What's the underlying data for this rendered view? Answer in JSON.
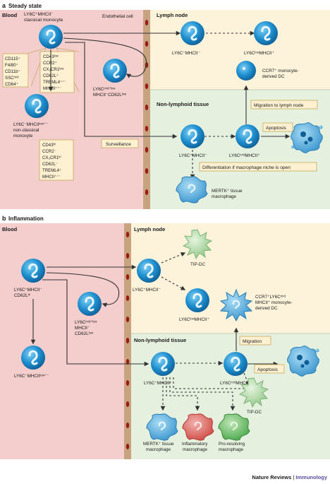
{
  "panel_a": {
    "label": "a",
    "title": "Steady state",
    "blood": "Blood",
    "endothelial": "Endothelial cell",
    "lymph_node": "Lymph node",
    "nonlymphoid": "Non-lymphoid tissue",
    "classical_1": "LY6C⁺MHCII⁻",
    "classical_2": "classical monocyte",
    "markers_left": [
      "CD115⁺",
      "F4/80⁺",
      "CD11b⁺",
      "SSCᵐⁱᵈ",
      "CD64⁺"
    ],
    "markers_classical": [
      "CD43ˡᵒʷ",
      "CCR2⁺",
      "CX₃CR1ˡᵒʷ",
      "CD62L⁺",
      "TREML4⁺ᐟ⁻",
      "MHCII⁺ᐟ⁻"
    ],
    "mid_1": "LY6Cᵐⁱᵈᐟˡᵒʷ",
    "mid_2": "MHCII⁻CD62Lˡᵒʷ",
    "nonclassical_1": "LY6C⁻MHCIIˡᵒʷᐟ⁻",
    "nonclassical_2": "non-classical",
    "nonclassical_3": "monocyte",
    "markers_nonclassical": [
      "CD43ʰⁱ",
      "CCR2⁻",
      "CX₃CR1ʰⁱ",
      "CD62L⁻",
      "TREML4⁺",
      "MHCII⁺ᐟ⁻"
    ],
    "ln_cell1": "LY6C⁺MHCII⁻",
    "ln_cell2": "LY6CˡᵒʷMHCII⁺",
    "ccr7_1": "CCR7⁺ monocyte-",
    "ccr7_2": "derived DC",
    "migration": "Migration to lymph node",
    "surveillance": "Surveillance",
    "tissue_cell1": "LY6C⁺MHCII⁻",
    "tissue_cell2": "LY6CᵐⁱᵈMHCII⁺",
    "apoptosis": "Apoptosis",
    "differentiation": "Differentiation if macrophage niche is open",
    "mertk_1": "MERTK⁺ tissue",
    "mertk_2": "macrophage"
  },
  "panel_b": {
    "label": "b",
    "title": "Inflammation",
    "blood": "Blood",
    "lymph_node": "Lymph node",
    "nonlymphoid": "Non-lymphoid tissue",
    "blood_cell1_1": "LY6C⁺MHCII⁻",
    "blood_cell1_2": "CD62Lʰⁱ",
    "blood_cell2_1": "LY6Cᵐⁱᵈᐟˡᵒʷ",
    "blood_cell2_2": "MHCII⁻",
    "blood_cell2_3": "CD62Lˡᵒʷ",
    "blood_cell3": "LY6C⁻MHCIIˡᵒʷᐟ⁻",
    "ln_cell1": "LY6C⁺MHCII⁻",
    "tipdc": "TIP-DC",
    "ln_cell2": "LY6CˡᵒʷMHCII⁺",
    "ccr7_1": "CCR7⁺LY6Cᵐⁱᵈ",
    "ccr7_2": "MHCII⁺ monocyte-",
    "ccr7_3": "derived DC",
    "migration": "Migration",
    "tissue_cell1": "LY6C⁺MHCII⁻",
    "tissue_cell2": "LY6CᵐⁱᵈMHCII⁺",
    "apoptosis": "Apoptosis",
    "tipdc2": "TIP-DC",
    "mac1_1": "MERTK⁺ tissue",
    "mac1_2": "macrophage",
    "mac2_1": "Inflammatory",
    "mac2_2": "macrophage",
    "mac3_1": "Pro-resolving",
    "mac3_2": "macrophage"
  },
  "credit": {
    "source": "Nature Reviews",
    "separator": " | ",
    "journal": "Immunology"
  },
  "colors": {
    "blood": "#f4cdcd",
    "lymph": "#fcf3da",
    "tissue": "#e6f0df",
    "wall": "#c7a47f",
    "monocyte": "#1e8fcf",
    "tipdc": "#9ccc97",
    "inflammatory": "#d9534f",
    "proresolving": "#5cb85c",
    "callout": "#fdf1d2",
    "journal": "#5b4fa0"
  }
}
